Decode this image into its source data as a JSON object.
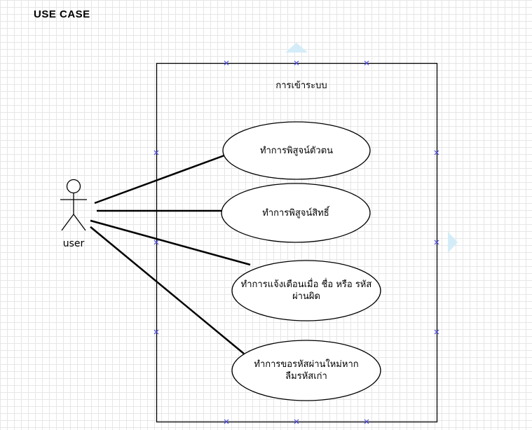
{
  "page_title": "USE CASE",
  "system": {
    "label": "การเข้าระบบ"
  },
  "actor": {
    "label": "user"
  },
  "use_cases": [
    {
      "label": "ทำการพิสูจน์ตัวตน"
    },
    {
      "label": "ทำการพิสูจน์สิทธิ์"
    },
    {
      "label": "ทำการแจ้งเตือนเมื่อ ชื่อ หรือ รหัสผ่านผิด"
    },
    {
      "label": "ทำการขอรหัสผ่านใหม่หากลืมรหัสเก่า"
    }
  ],
  "colors": {
    "grid": "#e6e6e6",
    "line": "#000000",
    "handle": "#4a4adf",
    "hover_arrow": "#d3ecf8"
  }
}
